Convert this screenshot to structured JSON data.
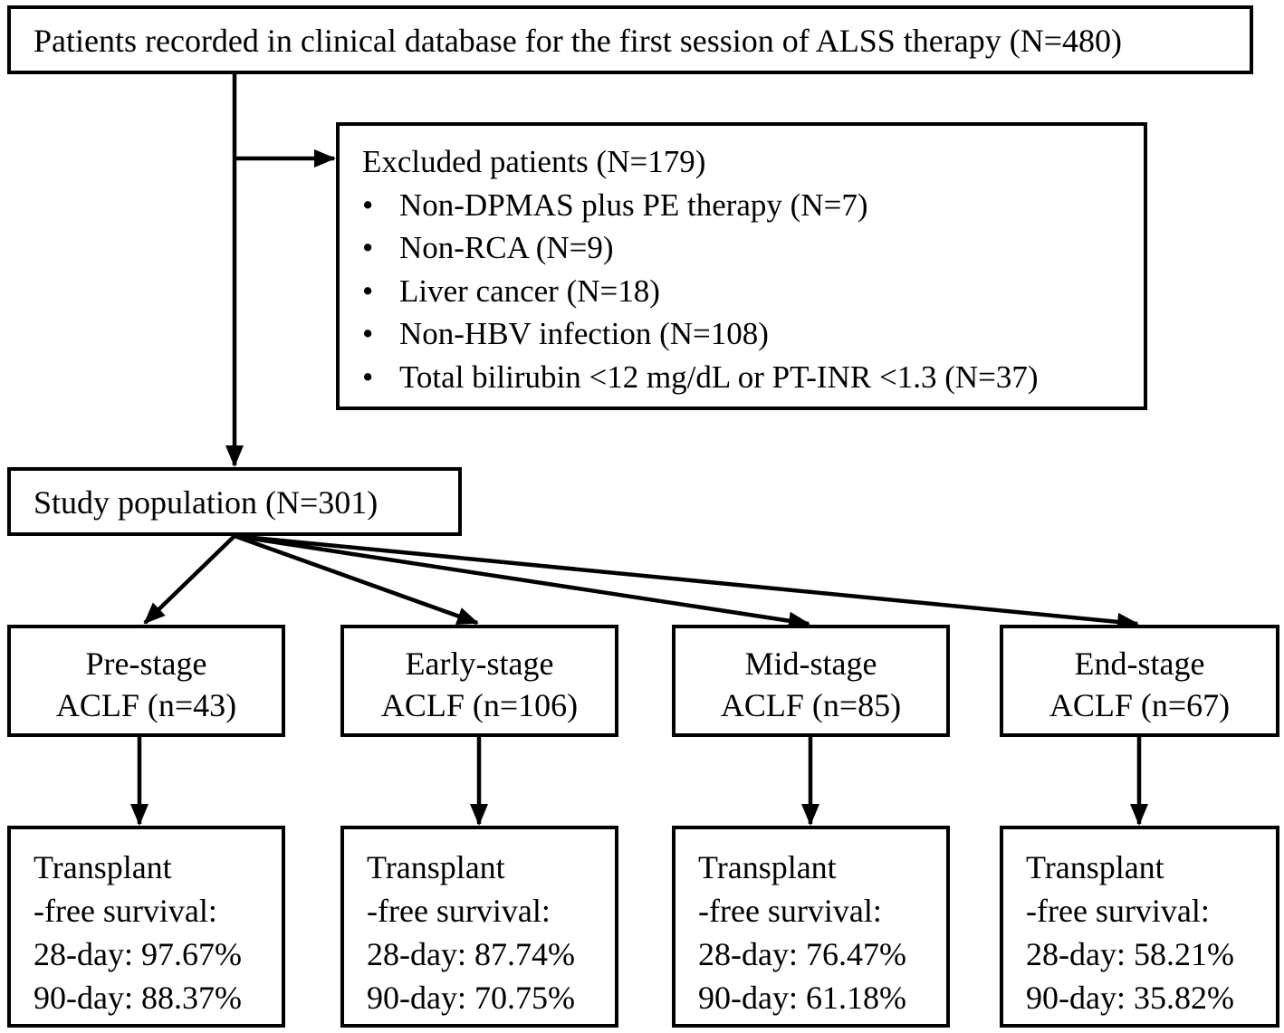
{
  "top_box": {
    "text": "Patients recorded in clinical database for the first session of ALSS therapy (N=480)"
  },
  "excluded": {
    "title": "Excluded patients (N=179)",
    "bullet": "•",
    "items": [
      "Non-DPMAS plus PE therapy (N=7)",
      "Non-RCA (N=9)",
      "Liver cancer (N=18)",
      "Non-HBV infection (N=108)",
      "Total bilirubin <12 mg/dL or PT-INR <1.3 (N=37)"
    ]
  },
  "study": {
    "text": "Study population (N=301)"
  },
  "stages": [
    {
      "line1": "Pre-stage",
      "line2": "ACLF (n=43)"
    },
    {
      "line1": "Early-stage",
      "line2": "ACLF (n=106)"
    },
    {
      "line1": "Mid-stage",
      "line2": "ACLF (n=85)"
    },
    {
      "line1": "End-stage",
      "line2": "ACLF (n=67)"
    }
  ],
  "results": [
    {
      "line1": "Transplant",
      "line2": "-free survival:",
      "line3": "28-day: 97.67%",
      "line4": "90-day: 88.37%"
    },
    {
      "line1": "Transplant",
      "line2": "-free survival:",
      "line3": "28-day: 87.74%",
      "line4": "90-day: 70.75%"
    },
    {
      "line1": "Transplant",
      "line2": "-free survival:",
      "line3": "28-day: 76.47%",
      "line4": "90-day: 61.18%"
    },
    {
      "line1": "Transplant",
      "line2": "-free survival:",
      "line3": "28-day: 58.21%",
      "line4": "90-day: 35.82%"
    }
  ]
}
